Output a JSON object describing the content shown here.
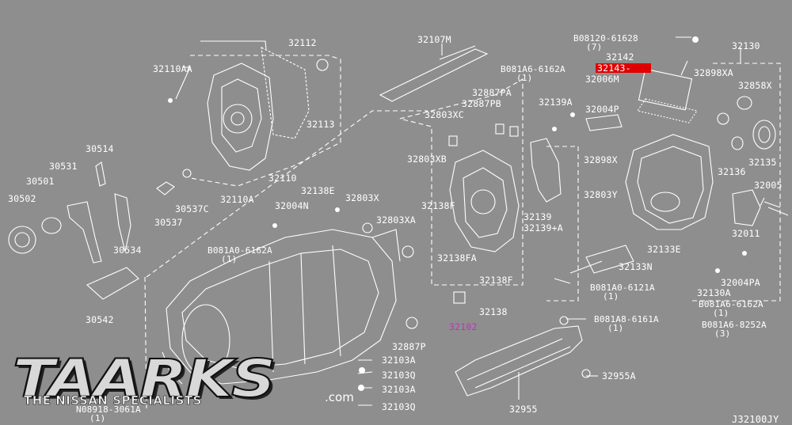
{
  "diagram": {
    "background_color": "#8e8e8e",
    "line_color": "#ffffff",
    "highlight_color": "#e00000",
    "link_color": "#c030c0",
    "diagram_code": "J32100JY"
  },
  "callouts": {
    "c32112": "32112",
    "c32110AA": "32110AA",
    "c32113": "32113",
    "c32110": "32110",
    "c32110A": "32110A",
    "c30514": "30514",
    "c30531": "30531",
    "c30501": "30501",
    "c30502": "30502",
    "c30537C": "30537C",
    "c30537": "30537",
    "c30534": "30534",
    "c30542": "30542",
    "c32107M": "32107M",
    "c32887PA": "32887PA",
    "c32887PB": "32887PB",
    "c32803XC": "32803XC",
    "c32803XB": "32803XB",
    "c32138E": "32138E",
    "c32803X": "32803X",
    "c32004N": "32004N",
    "c32803XA": "32803XA",
    "c32138F_1": "32138F",
    "c32138FA": "32138FA",
    "c32138F_2": "32138F",
    "c32138": "32138",
    "c32102": "32102",
    "c32887P": "32887P",
    "c32103A_1": "32103A",
    "c32103Q_1": "32103Q",
    "c32103A_2": "32103A",
    "c32103Q_2": "32103Q",
    "b081A0_6162A": "B081A0-6162A",
    "b081A0_6162A_qty": "(1)",
    "b08918_3061A": "N08918-3061A",
    "b08918_3061A_qty": "(1)",
    "b081A6_6162A_top": "B081A6-6162A",
    "b081A6_6162A_top_qty": "(1)",
    "b08120_61628": "B08120-61628",
    "b08120_61628_qty": "(7)",
    "c32142": "32142",
    "c32143": "32143-",
    "c32006M": "32006M",
    "c32139A": "32139A",
    "c32004P": "32004P",
    "c32139": "32139",
    "c32139A_2": "32139+A",
    "c32130": "32130",
    "c32898XA": "32898XA",
    "c32858X": "32858X",
    "c32898X": "32898X",
    "c32803Y": "32803Y",
    "c32136": "32136",
    "c32135": "32135",
    "c32005": "32005",
    "c32011": "32011",
    "c32133E": "32133E",
    "c32133N": "32133N",
    "b081A0_6121A": "B081A0-6121A",
    "b081A0_6121A_qty": "(1)",
    "c32130A": "32130A",
    "c32004PA": "32004PA",
    "b081A6_6162A_r": "B081A6-6162A",
    "b081A6_6162A_r_qty": "(1)",
    "b081A6_8252A": "B081A6-8252A",
    "b081A6_8252A_qty": "(3)",
    "b081A8_6161A": "B081A8-6161A",
    "b081A8_6161A_qty": "(1)",
    "c32955A": "32955A",
    "c32955": "32955"
  },
  "logo": {
    "word": "TAARKS",
    "tagline": "THE NISSAN SPECIALISTS",
    "domain": ".com"
  }
}
